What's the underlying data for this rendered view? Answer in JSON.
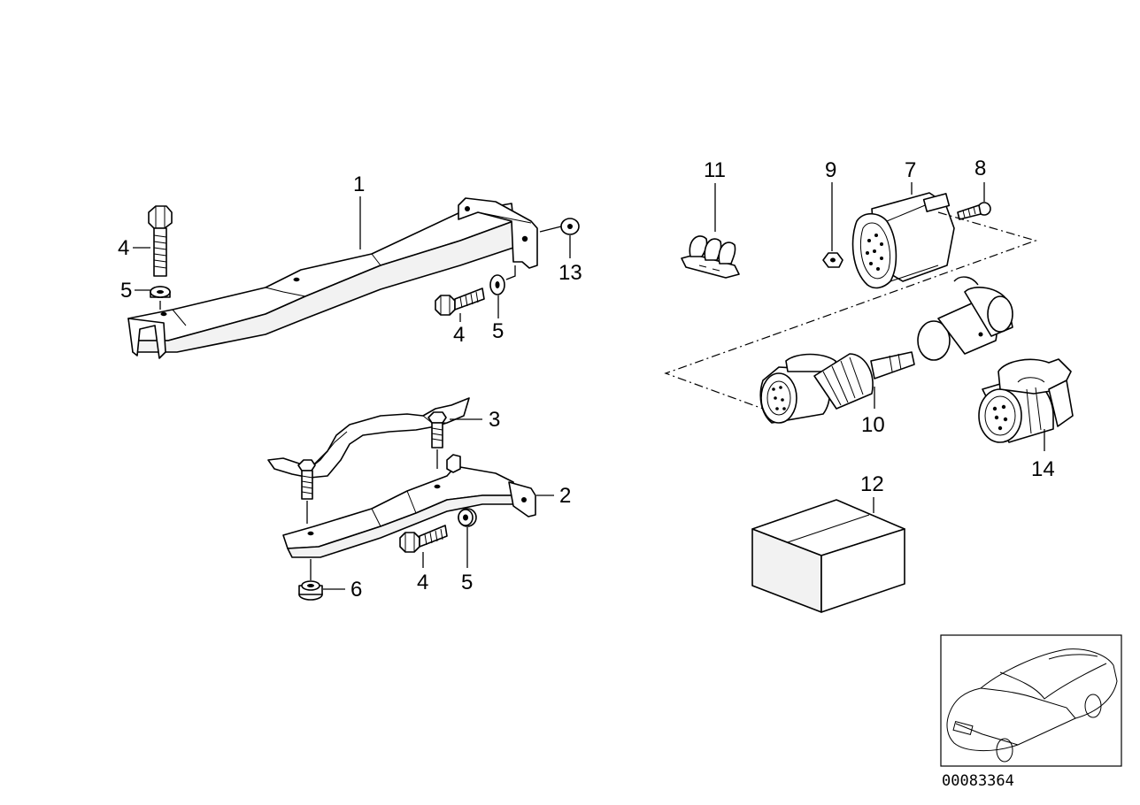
{
  "diagram": {
    "callouts": {
      "c1": "1",
      "c2": "2",
      "c3": "3",
      "c4a": "4",
      "c4b": "4",
      "c4c": "4",
      "c5a": "5",
      "c5b": "5",
      "c5c": "5",
      "c6": "6",
      "c7": "7",
      "c8": "8",
      "c9": "9",
      "c10": "10",
      "c11": "11",
      "c12": "12",
      "c13": "13",
      "c14": "14"
    },
    "reference_number": "00083364"
  }
}
